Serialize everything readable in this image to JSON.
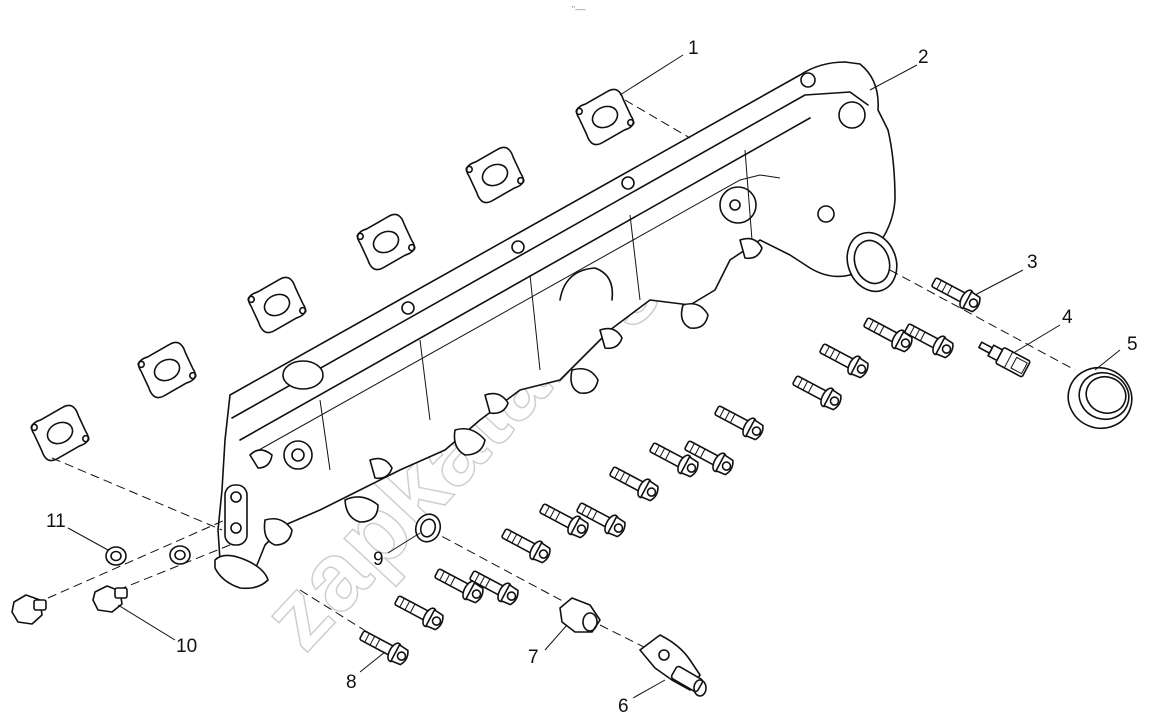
{
  "top_mark": "\"-—",
  "watermark": "zapkatalog",
  "callouts": [
    "1",
    "2",
    "3",
    "4",
    "5",
    "6",
    "7",
    "8",
    "9",
    "10",
    "11"
  ]
}
